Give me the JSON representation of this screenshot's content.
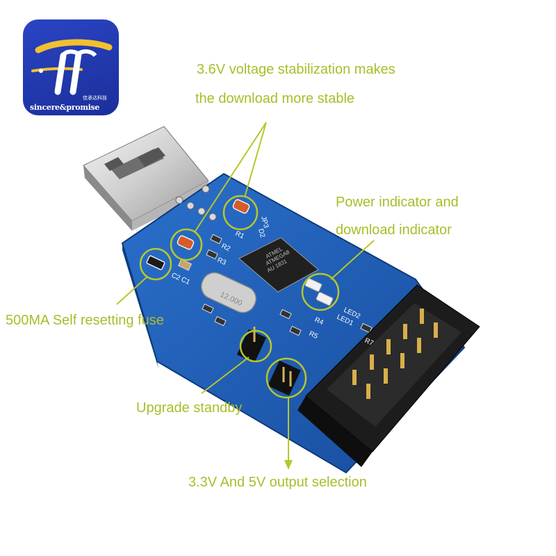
{
  "logo": {
    "brand_text": "sincere&promise",
    "chinese_text": "佳承达科技"
  },
  "callouts": {
    "voltage_line1": "3.6V voltage stabilization makes",
    "voltage_line2": "the download more stable",
    "indicator_line1": "Power indicator and",
    "indicator_line2": "download indicator",
    "fuse": "500MA Self resetting fuse",
    "upgrade": "Upgrade standby",
    "output_selection": "3.3V And 5V output selection"
  },
  "board_labels": {
    "jp3": "JP3",
    "d2": "D2",
    "r1": "R1",
    "r2": "R2",
    "r3": "R3",
    "c2": "C2",
    "c1": "C1",
    "led2": "LED2",
    "led1": "LED1",
    "r4": "R4",
    "r5": "R5",
    "r7": "R7",
    "chip_line1": "ATMEL",
    "chip_line2": "ATMEGA8",
    "chip_line3": "AU 1831",
    "crystal": "12.000"
  },
  "colors": {
    "callout_text": "#a9bd2a",
    "pcb": "#1f5fb8",
    "logo_bg": "#2233b0"
  }
}
